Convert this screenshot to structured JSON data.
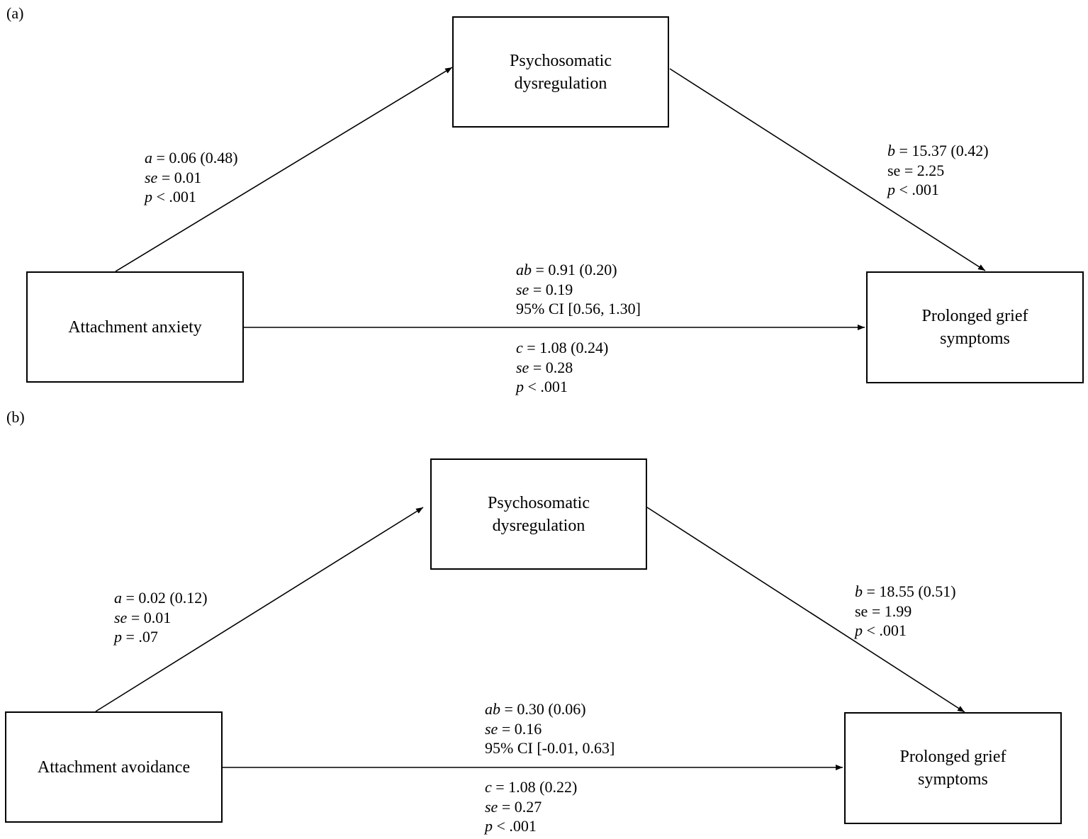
{
  "panels": [
    {
      "label": "(a)",
      "mediator": {
        "line1": "Psychosomatic",
        "line2": "dysregulation"
      },
      "predictor": {
        "text": "Attachment anxiety"
      },
      "outcome": {
        "line1": "Prolonged grief",
        "line2": "symptoms"
      },
      "path_a": {
        "sym": "a",
        "val": " = 0.06 (0.48)",
        "se_sym": "se",
        "se_val": " = 0.01",
        "p_sym": "p",
        "p_val": " < .001"
      },
      "path_b": {
        "sym": "b",
        "val": " = 15.37 (0.42)",
        "se_text": "se = 2.25",
        "p_sym": "p",
        "p_val": " < .001"
      },
      "path_ab": {
        "sym": "ab",
        "val": " = 0.91 (0.20)",
        "se_sym": "se",
        "se_val": " = 0.19",
        "ci": "95% CI [0.56, 1.30]"
      },
      "path_c": {
        "sym": "c",
        "val": " = 1.08 (0.24)",
        "se_sym": "se",
        "se_val": " = 0.28",
        "p_sym": "p",
        "p_val": " < .001"
      }
    },
    {
      "label": "(b)",
      "mediator": {
        "line1": "Psychosomatic",
        "line2": "dysregulation"
      },
      "predictor": {
        "text": "Attachment avoidance"
      },
      "outcome": {
        "line1": "Prolonged grief",
        "line2": "symptoms"
      },
      "path_a": {
        "sym": "a",
        "val": " = 0.02 (0.12)",
        "se_sym": "se",
        "se_val": " = 0.01",
        "p_sym": "p",
        "p_val": " = .07"
      },
      "path_b": {
        "sym": "b",
        "val": " = 18.55 (0.51)",
        "se_text": "se = 1.99",
        "p_sym": "p",
        "p_val": " < .001"
      },
      "path_ab": {
        "sym": "ab",
        "val": " = 0.30 (0.06)",
        "se_sym": "se",
        "se_val": " = 0.16",
        "ci": "95% CI [-0.01, 0.63]"
      },
      "path_c": {
        "sym": "c",
        "val": " = 1.08 (0.22)",
        "se_sym": "se",
        "se_val": " = 0.27",
        "p_sym": "p",
        "p_val": " < .001"
      }
    }
  ]
}
